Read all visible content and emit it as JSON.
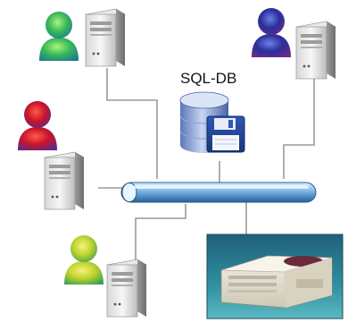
{
  "diagram": {
    "database": {
      "label": "SQL-DB",
      "icon": "database-icon",
      "save_icon": "floppy-disk-icon"
    },
    "network": {
      "icon": "network-bus-pipe",
      "color": "#6a9fd0"
    },
    "users": [
      {
        "name": "user-green",
        "color": "#3dbb4a"
      },
      {
        "name": "user-blue",
        "color": "#2c3a9a"
      },
      {
        "name": "user-red",
        "color": "#c81d2e"
      },
      {
        "name": "user-yellow",
        "color": "#c7d936"
      }
    ],
    "devices": [
      {
        "name": "workstation",
        "icon": "server-tower-icon"
      },
      {
        "name": "printer",
        "icon": "printer-icon"
      }
    ]
  }
}
